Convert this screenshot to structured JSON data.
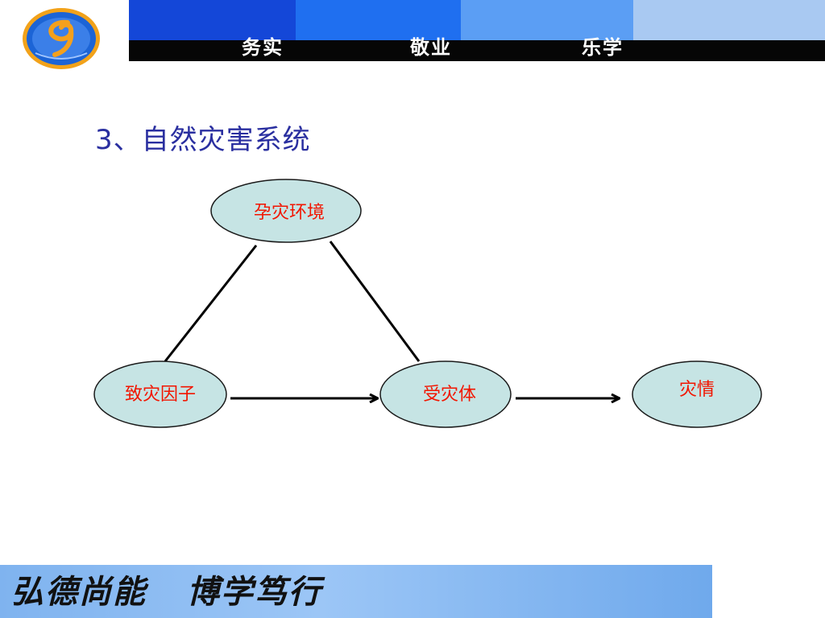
{
  "header": {
    "motto": [
      "务实",
      "敬业",
      "乐学"
    ],
    "colors": {
      "band_1": "#1447d8",
      "band_2": "#1f6ff0",
      "band_3": "#5b9ef4",
      "band_4": "#a9c9f2",
      "bar": "#060606"
    }
  },
  "slide": {
    "title": "3、自然灾害系统"
  },
  "diagram": {
    "nodes": {
      "environment": "孕灾环境",
      "hazard": "致灾因子",
      "exposure": "受灾体",
      "disaster": "灾情"
    },
    "edges": [
      {
        "from": "environment",
        "to": "hazard",
        "type": "line"
      },
      {
        "from": "environment",
        "to": "exposure",
        "type": "line"
      },
      {
        "from": "hazard",
        "to": "exposure",
        "type": "arrow"
      },
      {
        "from": "exposure",
        "to": "disaster",
        "type": "arrow"
      }
    ],
    "colors": {
      "node_fill": "#c6e4e4",
      "node_stroke": "#1a1a1a",
      "label": "#f21500",
      "edge": "#000000"
    }
  },
  "footer": {
    "slogan": [
      "弘德尚能",
      "博学笃行"
    ],
    "background": "#8dbdf3"
  }
}
